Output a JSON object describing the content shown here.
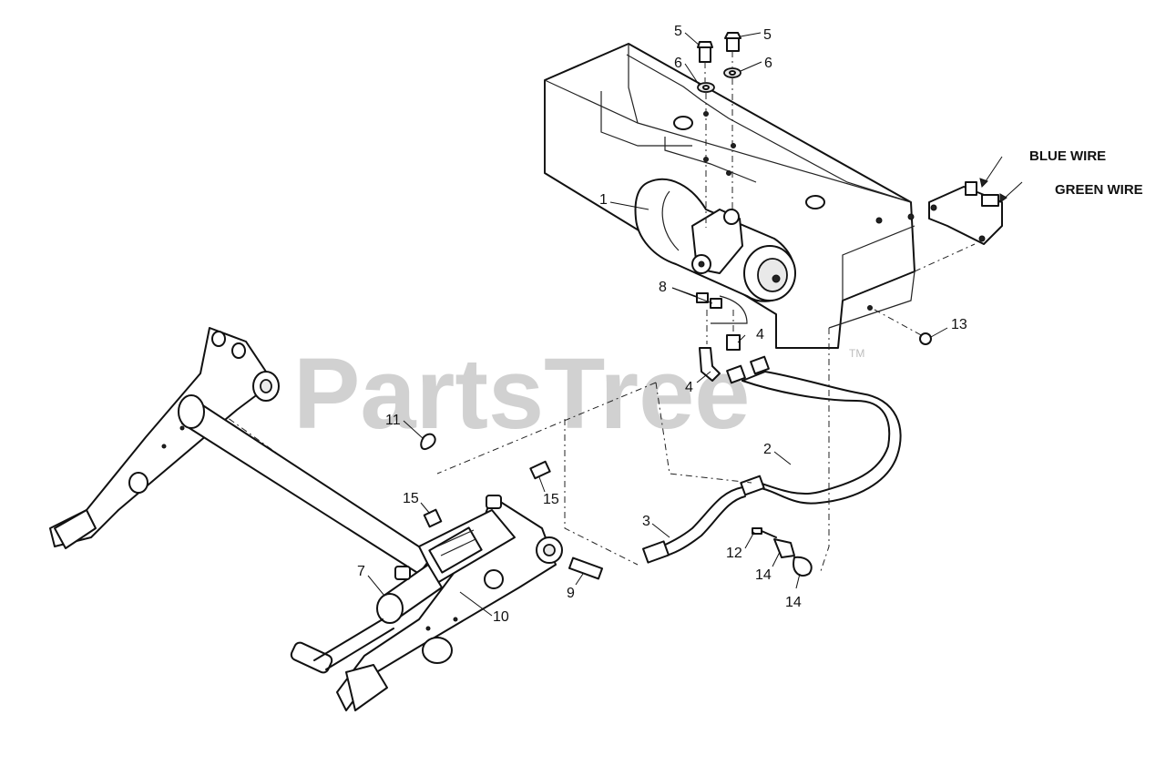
{
  "callouts": {
    "c1": "1",
    "c2": "2",
    "c3": "3",
    "c4a": "4",
    "c4b": "4",
    "c5a": "5",
    "c5b": "5",
    "c6a": "6",
    "c6b": "6",
    "c7": "7",
    "c8": "8",
    "c9": "9",
    "c10": "10",
    "c11": "11",
    "c12": "12",
    "c13": "13",
    "c14a": "14",
    "c14b": "14",
    "c15a": "15",
    "c15b": "15"
  },
  "wire_labels": {
    "blue": "BLUE WIRE",
    "green": "GREEN WIRE"
  },
  "watermark": {
    "text": "PartsTree",
    "trademark": "TM"
  }
}
